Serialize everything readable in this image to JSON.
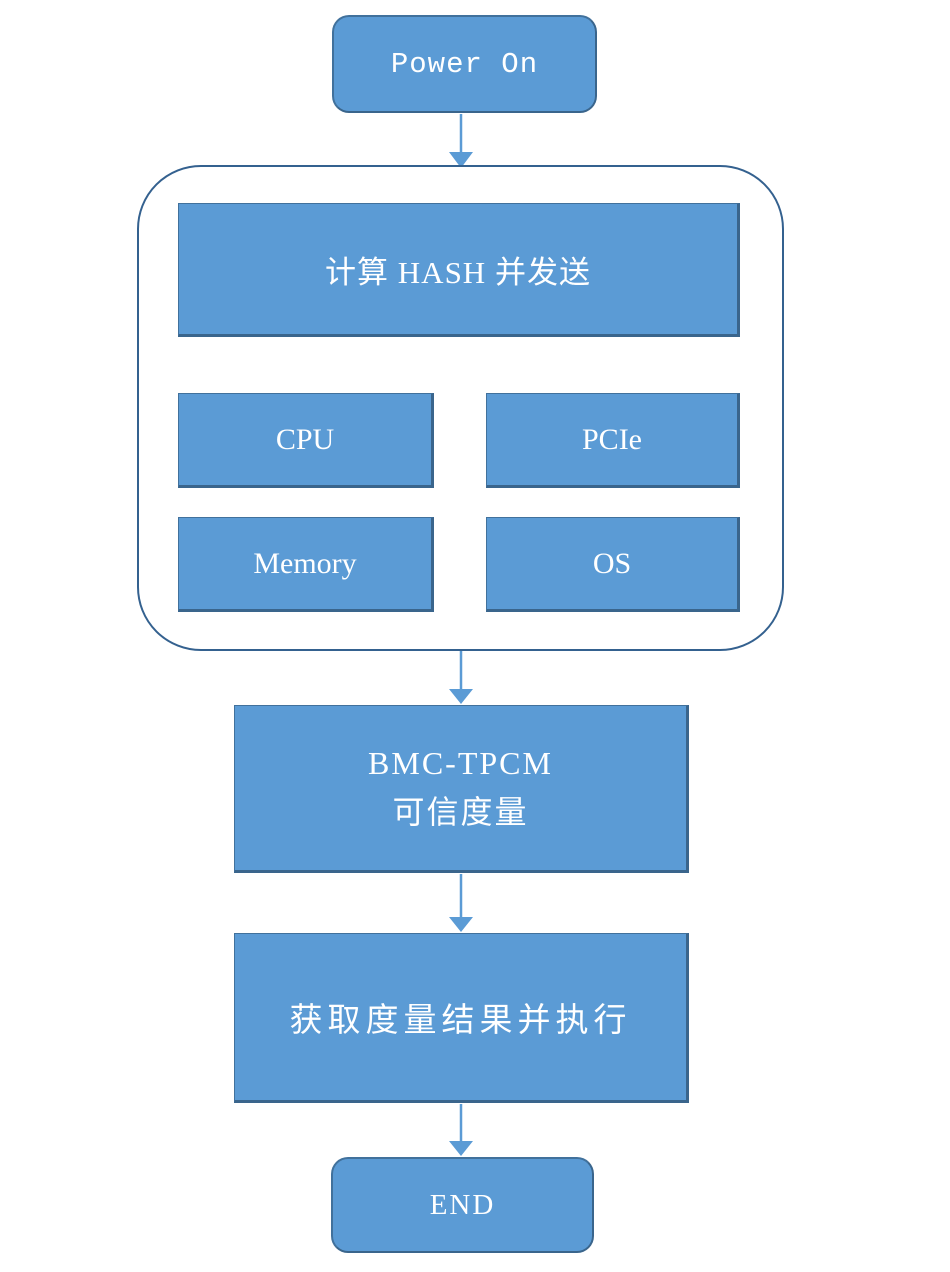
{
  "colors": {
    "box_fill": "#5b9bd5",
    "box_border": "#41719c",
    "container_border": "#34618f",
    "connector": "#5b9bd5",
    "text": "#ffffff",
    "bg": "#ffffff"
  },
  "nodes": {
    "power_on": {
      "label": "Power On"
    },
    "hash_send": {
      "label": "计算 HASH 并发送"
    },
    "cpu": {
      "label": "CPU"
    },
    "pcie": {
      "label": "PCIe"
    },
    "memory": {
      "label": "Memory"
    },
    "os": {
      "label": "OS"
    },
    "bmc_tpcm": {
      "line1": "BMC-TPCM",
      "line2": "可信度量"
    },
    "get_result": {
      "label": "获取度量结果并执行"
    },
    "end": {
      "label": "END"
    }
  },
  "flow": [
    "power_on",
    "measure_group",
    "bmc_tpcm",
    "get_result",
    "end"
  ],
  "measure_group": {
    "source": "hash_send",
    "brace_targets": [
      "cpu",
      "pcie",
      "memory",
      "os"
    ]
  }
}
